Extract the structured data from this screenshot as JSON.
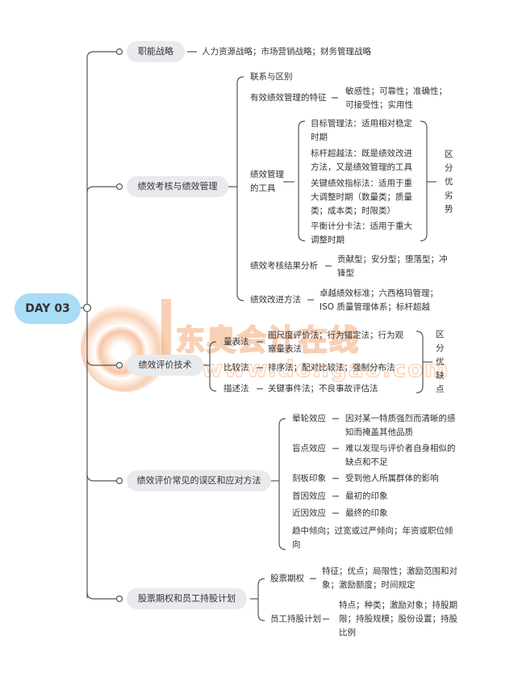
{
  "root": {
    "label": "DAY 03"
  },
  "watermark": {
    "cn": "东奥会计在线",
    "url": "www.dongao.com",
    "color": "#f0965a"
  },
  "branches": [
    {
      "label": "职能战略",
      "detail": "人力资源战略；市场营销战略；财务管理战略"
    },
    {
      "label": "绩效考核与绩效管理",
      "children": [
        {
          "label": "联系与区别"
        },
        {
          "label": "有效绩效管理的特征",
          "detail": "敏感性；可靠性；准确性；可接受性；实用性"
        },
        {
          "label": "绩效管理的工具",
          "tools": [
            "目标管理法：适用相对稳定时期",
            "标杆超越法：既是绩效改进方法，又是绩效管理的工具",
            "关键绩效指标法：适用于重大调整时期（数量类；质量类；成本类；时限类）",
            "平衡计分卡法：适用于重大调整时期"
          ],
          "summary": "区分优劣势"
        },
        {
          "label": "绩效考核结果分析",
          "detail": "贡献型；安分型；堕落型；冲锋型"
        },
        {
          "label": "绩效改进方法",
          "detail": "卓越绩效标准；六西格玛管理；ISO 质量管理体系；标杆超越"
        }
      ]
    },
    {
      "label": "绩效评价技术",
      "children": [
        {
          "label": "量表法",
          "detail": "图尺度评价法；行为锚定法；行为观察量表法"
        },
        {
          "label": "比较法",
          "detail": "排序法；配对比较法；强制分布法"
        },
        {
          "label": "描述法",
          "detail": "关键事件法；不良事故评估法"
        }
      ],
      "summary": "区分优缺点"
    },
    {
      "label": "绩效评价常见的误区和应对方法",
      "children": [
        {
          "label": "晕轮效应",
          "detail": "因对某一特质强烈而清晰的感知而掩盖其他品质"
        },
        {
          "label": "盲点效应",
          "detail": "难以发现与评价者自身相似的缺点和不足"
        },
        {
          "label": "刻板印象",
          "detail": "受到他人所属群体的影响"
        },
        {
          "label": "首因效应",
          "detail": "最初的印象"
        },
        {
          "label": "近因效应",
          "detail": "最终的印象"
        },
        {
          "label": "趋中倾向；过宽或过严倾向；年资或职位倾向"
        }
      ]
    },
    {
      "label": "股票期权和员工持股计划",
      "children": [
        {
          "label": "股票期权",
          "detail": "特征；优点；局限性；激励范围和对象；激励额度；时间规定"
        },
        {
          "label": "员工持股计划",
          "detail": "特点；种类；激励对象；持股期限；持股规模；股份设置；持股比例"
        }
      ]
    }
  ]
}
